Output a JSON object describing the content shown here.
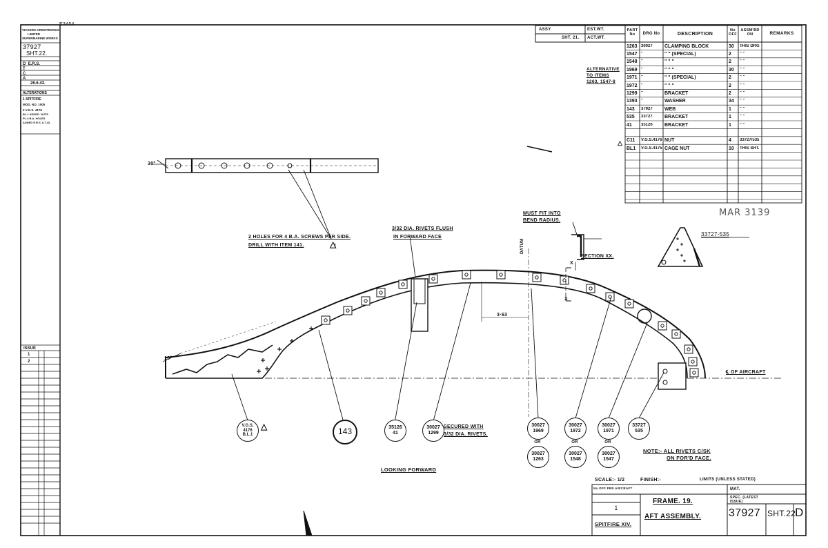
{
  "corner_note": "E3454",
  "left_strip": {
    "maker_lines": [
      "VICKERS-ARMSTRONGS",
      "LIMITED",
      "SUPERMARINE WORKS"
    ],
    "drawing_number": "37927",
    "sheet": "SHT.22.",
    "fields": [
      {
        "k": "D",
        "v": "E.R.S."
      },
      {
        "k": "T",
        "v": ""
      },
      {
        "k": "C",
        "v": ""
      },
      {
        "k": "A",
        "v": ""
      }
    ],
    "date": "26.6.43.",
    "alterations_header": "ALTERATIONS",
    "alteration_lines": [
      "1 SPITFIRE",
      "MOD. NO. 1000",
      "2 V.G.S. 4176",
      "BL.1 ADDED. NUTS",
      "PL.4 B.A. HOLES",
      "ADDED E.R.S. 8.7.43."
    ],
    "issue_label": "ISSUE",
    "issue_marks": [
      "1",
      "2"
    ]
  },
  "assy_box": {
    "assy_label": "ASSY",
    "sheet": "SHT. 21.",
    "est_wt": "EST.WT.",
    "act_wt": "ACT.WT."
  },
  "parts_table": {
    "headers": [
      "PART No",
      "DRG No",
      "DESCRIPTION",
      "No OFF",
      "ASSM'BD ON",
      "REMARKS"
    ],
    "rows": [
      [
        "1263",
        "30027",
        "CLAMPING BLOCK",
        "30",
        "THIS DRG"
      ],
      [
        "1547",
        "\"",
        "\"   \" (SPECIAL)",
        "2",
        "\"  \""
      ],
      [
        "1548",
        "\"",
        "\"   \"   \"",
        "2",
        "\"  \""
      ],
      [
        "1969",
        "\"",
        "\"   \"   \"",
        "30",
        "\"  \""
      ],
      [
        "1971",
        "\"",
        "\"   \" (SPECIAL)",
        "2",
        "\"  \""
      ],
      [
        "1972",
        "\"",
        "\"   \"   \"",
        "2",
        "\"  \""
      ],
      [
        "1299",
        "\"",
        "BRACKET",
        "2",
        "\"  \""
      ],
      [
        "1393",
        "\"",
        "WASHER",
        "34",
        "\"  \""
      ],
      [
        "143",
        "37927",
        "WEB",
        "1",
        "\"  \""
      ],
      [
        "535",
        "33727",
        "BRACKET",
        "1",
        "\"  \""
      ],
      [
        "41",
        "35126",
        "BRACKET",
        "1",
        "\"  \""
      ],
      [
        "",
        "",
        "",
        "",
        ""
      ],
      [
        "C11",
        "V.G.S.4176",
        "NUT",
        "4",
        "33727/535"
      ],
      [
        "BL1",
        "V.G.S.4175",
        "CAGE NUT",
        "10",
        "THIS SHT."
      ]
    ],
    "alternative_note": [
      "ALTERNATIVE",
      "TO ITEMS",
      "1263, 1547-8"
    ]
  },
  "stamp": "MAR 3139",
  "notes": {
    "holes": [
      "2 HOLES FOR 4 B.A. SCREWS PER SIDE.",
      "DRILL WITH ITEM 141."
    ],
    "rivets": [
      "3/32 DIA. RIVETS FLUSH",
      "IN FORWARD FACE"
    ],
    "must_fit": [
      "MUST FIT INTO",
      "BEND RADIUS."
    ],
    "section": "SECTION XX.",
    "bracket_ref": "33727-535",
    "datum": "DATUM",
    "dim_363": "3·63",
    "cl_aircraft": "℄ OF AIRCRAFT",
    "looking_forward": "LOOKING FORWARD",
    "secured_with": [
      "SECURED WITH",
      "3/32 DIA. RIVETS."
    ],
    "rivets_csk": [
      "NOTE:- ALL RIVETS C/SK",
      "ON FOR'D FACE."
    ],
    "angle_30": "30°",
    "angle_10": "10°",
    "x_mark": "X",
    "alt_ref": "2"
  },
  "balloons": [
    {
      "id": "vgs",
      "lines": [
        "V.G.S.",
        "4176",
        "B.L.1"
      ]
    },
    {
      "id": "143",
      "lines": [
        "143"
      ]
    },
    {
      "id": "35126",
      "lines": [
        "35126",
        "41"
      ]
    },
    {
      "id": "30027a",
      "lines": [
        "30027",
        "1299"
      ]
    },
    {
      "id": "30027b",
      "lines": [
        "30027",
        "1969"
      ]
    },
    {
      "id": "30027c",
      "lines": [
        "30027",
        "1263"
      ]
    },
    {
      "id": "30027d",
      "lines": [
        "30027",
        "1972"
      ]
    },
    {
      "id": "30027e",
      "lines": [
        "30027",
        "1548"
      ]
    },
    {
      "id": "30027f",
      "lines": [
        "30027",
        "1971"
      ]
    },
    {
      "id": "30027g",
      "lines": [
        "30027",
        "1547"
      ]
    },
    {
      "id": "33727",
      "lines": [
        "33727",
        "535"
      ]
    }
  ],
  "or_word": "OR",
  "title_block": {
    "scale": "SCALE:- 1/2",
    "finish": "FINISH:-",
    "limits": "LIMITS (UNLESS STATED)",
    "no_off_label": "No OFF PER AIRCRAFT",
    "no_off": "1",
    "mat": "MAT.",
    "spec": "SPEC. (LATEST ISSUE)",
    "title1": "FRAME. 19.",
    "title2": "AFT ASSEMBLY.",
    "drawing_number": "37927",
    "sheet": "SHT.22",
    "issue_letter": "D",
    "aircraft": "SPITFIRE XIV."
  }
}
